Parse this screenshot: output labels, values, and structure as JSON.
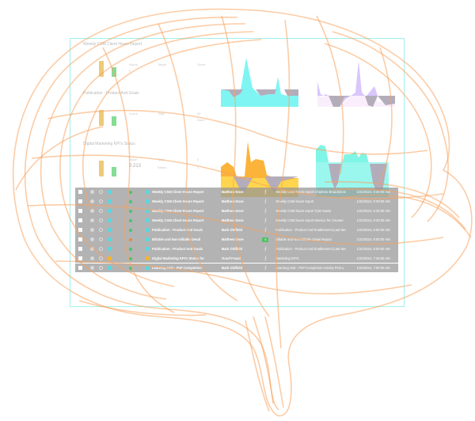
{
  "dashboard": {
    "kpi_sections": [
      {
        "title": "Weekly CSM Client Hours Report",
        "labels": [
          "Hours",
          "Target",
          "Score",
          "0"
        ]
      },
      {
        "title": "Publication - Product And Goals",
        "labels": [
          "Count",
          "Total",
          "30",
          "Done"
        ]
      },
      {
        "title": "Digital Marketing KPI's Status",
        "labels": [
          "Value",
          "0.213",
          "Total",
          "0",
          "Status",
          "1"
        ]
      }
    ],
    "charts": [
      {
        "id": "chart-cyan",
        "fill": "#7ff5f3",
        "title": ""
      },
      {
        "id": "chart-lavender",
        "fill": "#d9c6fb",
        "title": ""
      },
      {
        "id": "chart-amber",
        "fill": "#fbb33a",
        "title": ""
      },
      {
        "id": "chart-aqua",
        "fill": "#7ff5e6",
        "title": ""
      }
    ],
    "colors": {
      "frame_border": "#9ff0ee",
      "brain_stroke": "#f7a35c",
      "row_bg": "#969696",
      "negative_area": "#b3adbb"
    }
  },
  "table": {
    "rows": [
      {
        "type": "report",
        "status": "green",
        "name": "Weekly CSM Client Hours Report",
        "owner": "Matthew Dove",
        "file": "pdf",
        "description": "Weekly CSM hours report Charlene Broadstrom",
        "time": "1/22/2024, 8:30:00 AM"
      },
      {
        "type": "report",
        "status": "green",
        "name": "Weekly CSM Client Hours Report",
        "owner": "Matthew Dove",
        "file": "pdf",
        "description": "Weekly CSM hours report",
        "time": "1/22/2024, 8:30:00 AM"
      },
      {
        "type": "report",
        "status": "green",
        "name": "Weekly CSM Client Hours Report",
        "owner": "Matthew Dove",
        "file": "pdf",
        "description": "Weekly CSM hours report Tyler Davis",
        "time": "1/22/2024, 8:30:00 AM"
      },
      {
        "type": "report",
        "status": "green",
        "name": "Weekly CSM Client Hours Report",
        "owner": "Matthew Dove",
        "file": "pdf",
        "description": "Weekly CSM hours report Monica Ter Counter",
        "time": "1/22/2024, 8:30:00 AM"
      },
      {
        "type": "report",
        "status": "green",
        "name": "Publication - Product And Goals",
        "owner": "Mark Oldfield",
        "file": "pdf",
        "description": "Publication - Product And Enablement (Last We",
        "time": "1/22/2024, 8:00:00 AM"
      },
      {
        "type": "report",
        "status": "orange",
        "name": "Billable and Non-billable Detail",
        "owner": "Matthew Dove",
        "file": "excel",
        "description": "Billable and Non-billable Detail Report",
        "time": "1/22/2024, 8:00:00 AM"
      },
      {
        "type": "report",
        "status": "green",
        "name": "Publication - Product And Goals",
        "owner": "Mark Oldfield",
        "file": "pdf",
        "description": "Publication - Product And Enablement (Last We",
        "time": "1/22/2024, 8:00:00 AM"
      },
      {
        "type": "warning",
        "status": "green",
        "name": "Digital Marketing KPI's Status for",
        "owner": "Yusuf Fraud",
        "file": "pdf",
        "description": "Marketing KPI's",
        "time": "1/22/2024, 7:45:00 AM"
      },
      {
        "type": "report",
        "status": "green",
        "name": "Learning Hub - PnP Completion",
        "owner": "Mark Oldfield",
        "file": "pdf",
        "description": "Learning Hub - PnP Completion Activity Pick-u",
        "time": "1/22/2024, 7:00:00 AM"
      }
    ]
  }
}
